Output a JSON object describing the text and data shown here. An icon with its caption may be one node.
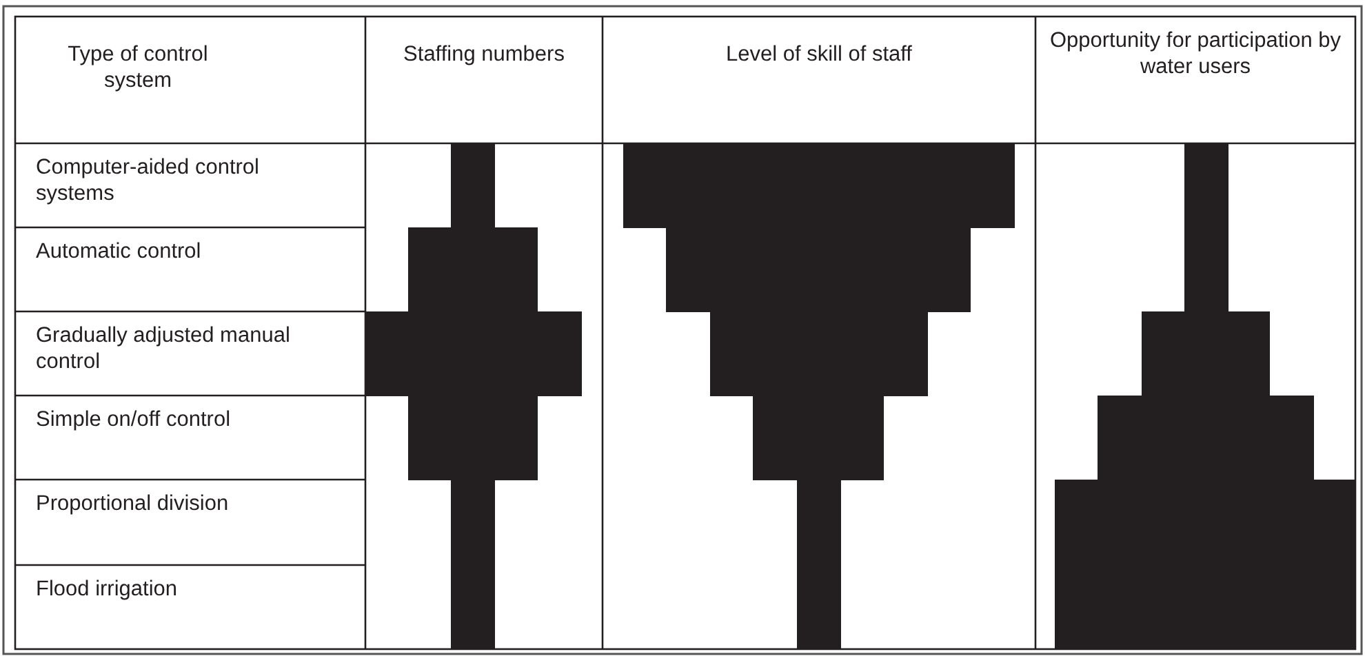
{
  "diagram": {
    "labels": [
      "Type of control system",
      "Staffing numbers",
      "Level of skill of staff",
      "Opportunity for participation by water users",
      "Computer-aided control systems",
      "Automatic control",
      "Gradually adjusted manual control",
      "Simple on/off control",
      "Proportional division",
      "Flood irrigation"
    ]
  }
}
